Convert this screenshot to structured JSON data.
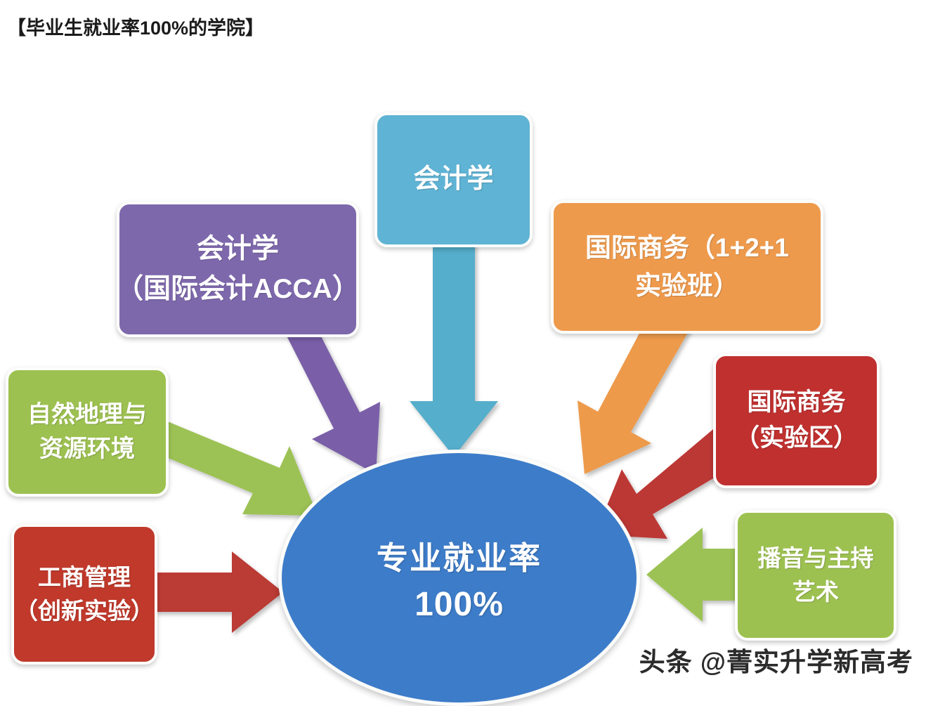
{
  "page": {
    "title": "【毕业生就业率100%的学院】",
    "watermark": "头条 @菁实升学新高考",
    "background_color": "#ffffff"
  },
  "diagram": {
    "type": "hub-and-spoke",
    "center": {
      "name": "center-hub",
      "line1": "专业就业率",
      "line2": "100%",
      "shape": "ellipse",
      "color": "#3D7CC9"
    },
    "nodes": [
      {
        "id": "accounting",
        "lines": [
          "会计学"
        ],
        "color": "#5FB3D4",
        "arrow_color": "#55AECB",
        "arrow_direction": "down"
      },
      {
        "id": "acca",
        "lines": [
          "会计学",
          "（国际会计ACCA）"
        ],
        "color": "#7E68AC",
        "arrow_color": "#7A5FA8",
        "arrow_direction": "down-right"
      },
      {
        "id": "ib-exp-class",
        "lines": [
          "国际商务（1+2+1",
          "实验班）"
        ],
        "color": "#EE9A4C",
        "arrow_color": "#ED9A4B",
        "arrow_direction": "down-left"
      },
      {
        "id": "geography",
        "lines": [
          "自然地理与",
          "资源环境"
        ],
        "color": "#9DC150",
        "arrow_color": "#9CC254",
        "arrow_direction": "right-down"
      },
      {
        "id": "ib-exp-zone",
        "lines": [
          "国际商务",
          "（实验区）"
        ],
        "color": "#C0302F",
        "arrow_color": "#BC3734",
        "arrow_direction": "down-left"
      },
      {
        "id": "business-admin",
        "lines": [
          "工商管理",
          "（创新实验）"
        ],
        "color": "#C0392B",
        "arrow_color": "#BB3B35",
        "arrow_direction": "right"
      },
      {
        "id": "broadcasting",
        "lines": [
          "播音与主持",
          "艺术"
        ],
        "color": "#9DC150",
        "arrow_color": "#9CC254",
        "arrow_direction": "left"
      }
    ]
  }
}
